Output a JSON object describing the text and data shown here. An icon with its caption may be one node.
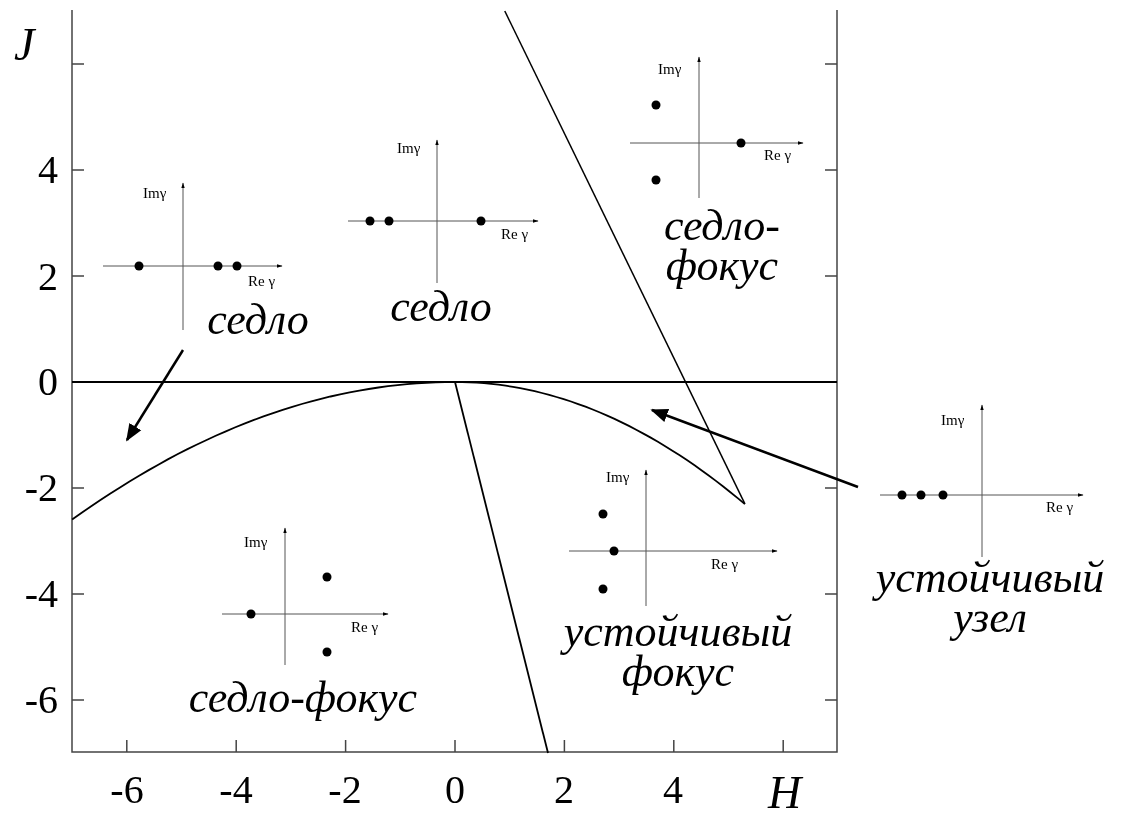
{
  "diagram": {
    "nodes": [
      {
        "text": [
          "Imγ",
          "Re γ",
          "седло"
        ]
      },
      {
        "text": [
          "Imγ",
          "Re γ",
          "седло"
        ]
      },
      {
        "text": [
          "Imγ",
          "Re γ",
          "седло- фокус"
        ]
      },
      {
        "text": [
          "Imγ",
          "Re γ",
          "седло-фокус"
        ]
      },
      {
        "text": [
          "Imγ",
          "Re γ",
          "устойчивый фокус"
        ]
      },
      {
        "text": [
          "Imγ",
          "Re γ",
          "устойчивый узел"
        ]
      },
      {
        "text": [],
        "shape": "curve"
      }
    ],
    "edges": [
      {
        "from": 0,
        "to": 6,
        "arrow": "to"
      },
      {
        "from": 5,
        "to": 6,
        "arrow": "to"
      }
    ],
    "labels": [
      "J",
      "4",
      "2",
      "0",
      "-2",
      "-4",
      "-6",
      "-6",
      "-4",
      "-2",
      "0",
      "2",
      "4",
      "H"
    ]
  }
}
